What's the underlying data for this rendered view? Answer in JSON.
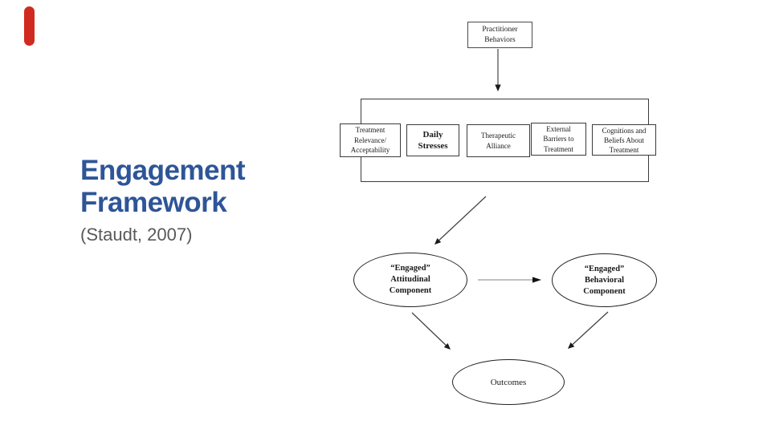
{
  "slide": {
    "accent_bar_color": "#d02b20",
    "title": "Engagement\nFramework",
    "title_color": "#2e5597",
    "citation": "(Staudt, 2007)",
    "citation_color": "#595959"
  },
  "diagram": {
    "ink_color": "#2b2b2b",
    "practitioner_box": {
      "label": "Practitioner\nBehaviors"
    },
    "factor_boxes": [
      {
        "label": "Treatment\nRelevance/\nAcceptability"
      },
      {
        "label": "Daily\nStresses"
      },
      {
        "label": "Therapeutic\nAlliance"
      },
      {
        "label": "External\nBarriers to\nTreatment"
      },
      {
        "label": "Cognitions and\nBeliefs About\nTreatment"
      }
    ],
    "attitudinal_ellipse": {
      "label": "“Engaged”\nAttitudinal\nComponent"
    },
    "behavioral_ellipse": {
      "label": "“Engaged”\nBehavioral\nComponent"
    },
    "outcomes_ellipse": {
      "label": "Outcomes"
    }
  }
}
